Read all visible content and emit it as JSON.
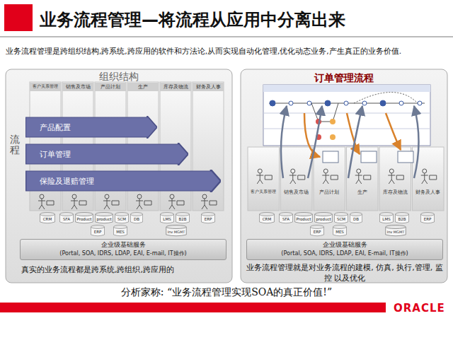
{
  "diagram": {
    "title": "业务流程管理—将流程从应用中分离出来",
    "caption": "分析家称: “业务流程管理实现SOA的真正价值!”",
    "nodes": [
      {
        "text": [
          "组织结构"
        ]
      },
      {
        "text": [
          "客户关系管理"
        ],
        "in": 0
      },
      {
        "text": [
          "销售及市场"
        ],
        "in": 0
      },
      {
        "text": [
          "产品计划"
        ],
        "in": 0
      },
      {
        "text": [
          "生产"
        ],
        "in": 0
      },
      {
        "text": [
          "库存及物流"
        ],
        "in": 0
      },
      {
        "text": [
          "财务及人事"
        ],
        "in": 0
      },
      {
        "text": [
          "产品配置"
        ],
        "in": 0
      },
      {
        "text": [
          "订单管理"
        ],
        "in": 0
      },
      {
        "text": [
          "保险及退赔管理"
        ],
        "in": 0
      },
      {
        "text": [
          "CRM"
        ],
        "in": 0
      },
      {
        "text": [
          "SFA"
        ],
        "in": 0
      },
      {
        "text": [
          "Product"
        ],
        "in": 0
      },
      {
        "text": [
          "product"
        ],
        "in": 0
      },
      {
        "text": [
          "SCM"
        ],
        "in": 0
      },
      {
        "text": [
          "DB"
        ],
        "in": 0
      },
      {
        "text": [
          "ERP"
        ],
        "in": 0
      },
      {
        "text": [
          "MES"
        ],
        "in": 0
      },
      {
        "text": [
          "LMS"
        ],
        "in": 0
      },
      {
        "text": [
          "B2B"
        ],
        "in": 0
      },
      {
        "text": [
          "Inv MGMT"
        ],
        "in": 0
      },
      {
        "text": [
          "ERP"
        ],
        "in": 0
      },
      {
        "text": [
          "企业级基础服务",
          "(Portal, SOA, IDRS, LDAP, EAI, E-mail, IT操作)"
        ],
        "in": 0
      },
      {
        "text": [
          "订单管理流程"
        ]
      },
      {
        "text": [
          "客户关系管理"
        ],
        "in": 23
      },
      {
        "text": [
          "销售及市场"
        ],
        "in": 23
      },
      {
        "text": [
          "产品计划"
        ],
        "in": 23
      },
      {
        "text": [
          "生产"
        ],
        "in": 23
      },
      {
        "text": [
          "库存及物流"
        ],
        "in": 23
      },
      {
        "text": [
          "财务及人事"
        ],
        "in": 23
      },
      {
        "text": [
          "CRM"
        ],
        "in": 23
      },
      {
        "text": [
          "SFA"
        ],
        "in": 23
      },
      {
        "text": [
          "Product"
        ],
        "in": 23
      },
      {
        "text": [
          "product"
        ],
        "in": 23
      },
      {
        "text": [
          "SCM"
        ],
        "in": 23
      },
      {
        "text": [
          "DB"
        ],
        "in": 23
      },
      {
        "text": [
          "ERP"
        ],
        "in": 23
      },
      {
        "text": [
          "MES"
        ],
        "in": 23
      },
      {
        "text": [
          "LMS"
        ],
        "in": 23
      },
      {
        "text": [
          "B2B"
        ],
        "in": 23
      },
      {
        "text": [
          "Inv MGMT"
        ],
        "in": 23
      },
      {
        "text": [
          "ERP"
        ],
        "in": 23
      },
      {
        "text": [
          "企业级基础服务",
          "(Portal, SOA, IDRS, LDAP, EAI, E-mail, IT操作)"
        ],
        "in": 23
      }
    ],
    "labels": [
      "业务流程管理是跨组织结构,跨系统,跨应用的软件和方法论,从而实现自动化管理,优化动态业务,产生真正的业务价值.",
      "流程",
      "真实的业务流程都是跨系统,跨组织,跨应用的",
      "业务流程管理就是对业务流程的建模, 仿真, 执行,管理, 监控 以及优化",
      "ORACLE"
    ]
  }
}
